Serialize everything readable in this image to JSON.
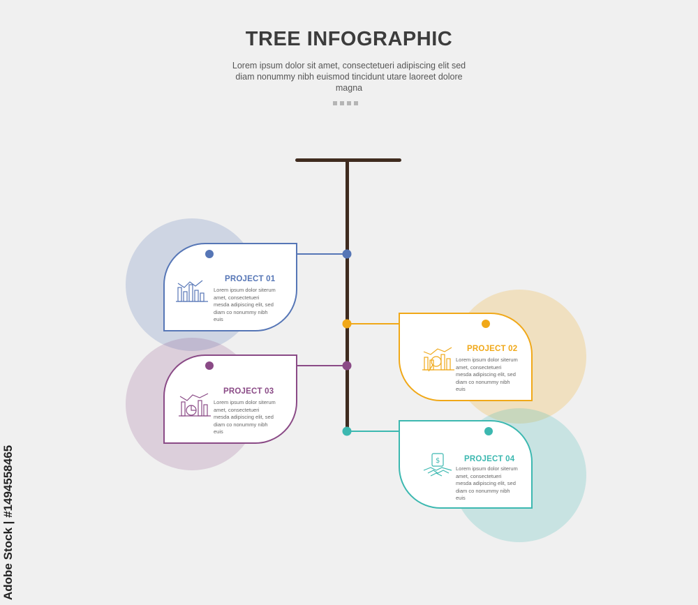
{
  "header": {
    "title": "TREE INFOGRAPHIC",
    "subtitle": "Lorem ipsum dolor sit amet, consectetueri adipiscing elit sed diam nonummy nibh euismod tincidunt utare laoreet dolore magna"
  },
  "colors": {
    "background": "#f0f0f0",
    "trunk": "#3f2b1f",
    "project_01": "#5676b6",
    "project_02": "#f0a818",
    "project_03": "#8a4a86",
    "project_04": "#3cb8b0"
  },
  "projects": [
    {
      "label": "PROJECT 01",
      "text": "Lorem ipsum dolor siterum amet, consectetueri mesda adipiscing elit, sed diam co nonummy nibh euis",
      "icon": "bar-chart-icon"
    },
    {
      "label": "PROJECT 02",
      "text": "Lorem ipsum dolor siterum amet, consectetueri mesda adipiscing elit, sed diam co nonummy nibh euis",
      "icon": "chart-magnifier-icon"
    },
    {
      "label": "PROJECT 03",
      "text": "Lorem ipsum dolor siterum amet, consectetueri mesda adipiscing elit, sed diam co nonummy nibh euis",
      "icon": "chart-pie-icon"
    },
    {
      "label": "PROJECT 04",
      "text": "Lorem ipsum dolor siterum amet, consectetueri mesda adipiscing elit, sed diam co nonummy nibh euis",
      "icon": "handshake-money-icon"
    }
  ],
  "watermark": {
    "side_text": "Adobe Stock | #1494558465"
  }
}
